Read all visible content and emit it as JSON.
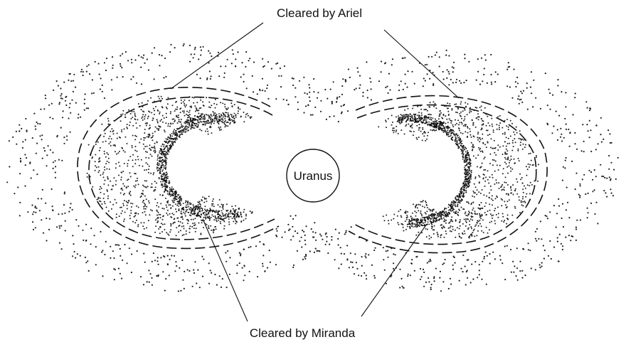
{
  "diagram": {
    "labels": {
      "top": "Cleared by Ariel",
      "bottom": "Cleared by Miranda",
      "planet": "Uranus"
    },
    "colors": {
      "background": "#ffffff",
      "ink": "#111111"
    }
  }
}
